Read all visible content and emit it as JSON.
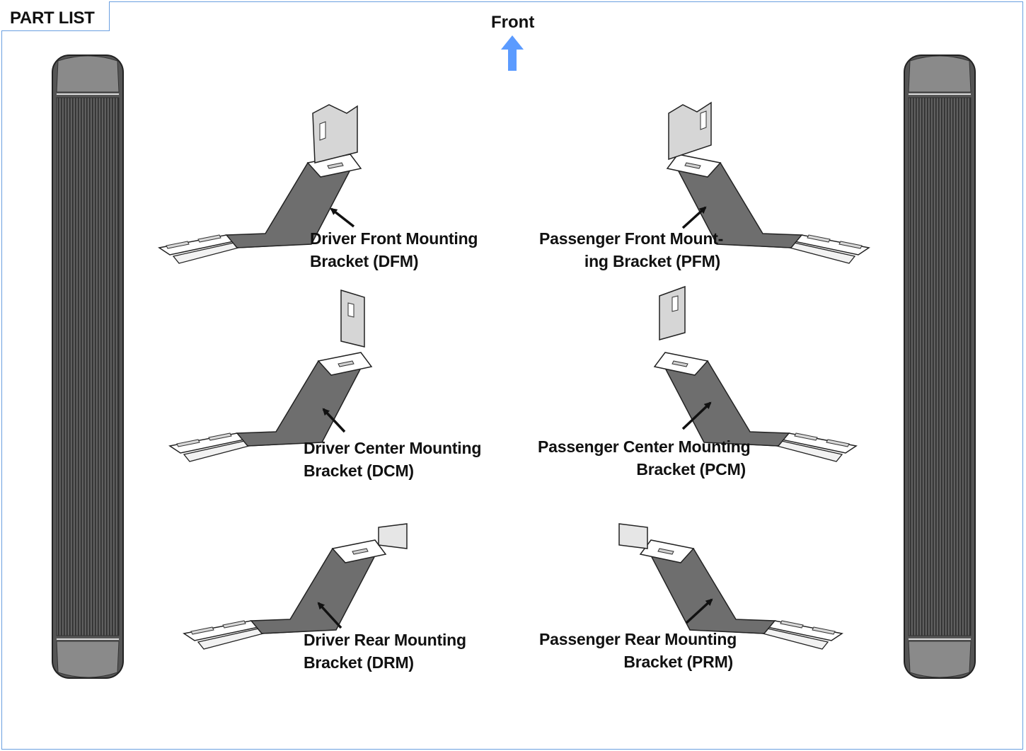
{
  "header": {
    "title": "PART LIST"
  },
  "orientation": {
    "label": "Front",
    "arrow_color": "#5b9bff"
  },
  "frame_color": "#6a9fe0",
  "parts": {
    "dfm": {
      "line1": "Driver Front Mounting",
      "line2": "Bracket (DFM)"
    },
    "dcm": {
      "line1": "Driver Center Mounting",
      "line2": "Bracket (DCM)"
    },
    "drm": {
      "line1": "Driver Rear Mounting",
      "line2": "Bracket (DRM)"
    },
    "pfm": {
      "line1": "Passenger Front Mount-",
      "line2": "ing Bracket (PFM)"
    },
    "pcm": {
      "line1": "Passenger Center Mounting",
      "line2": "Bracket (PCM)"
    },
    "prm": {
      "line1": "Passenger Rear Mounting",
      "line2": "Bracket (PRM)"
    }
  }
}
